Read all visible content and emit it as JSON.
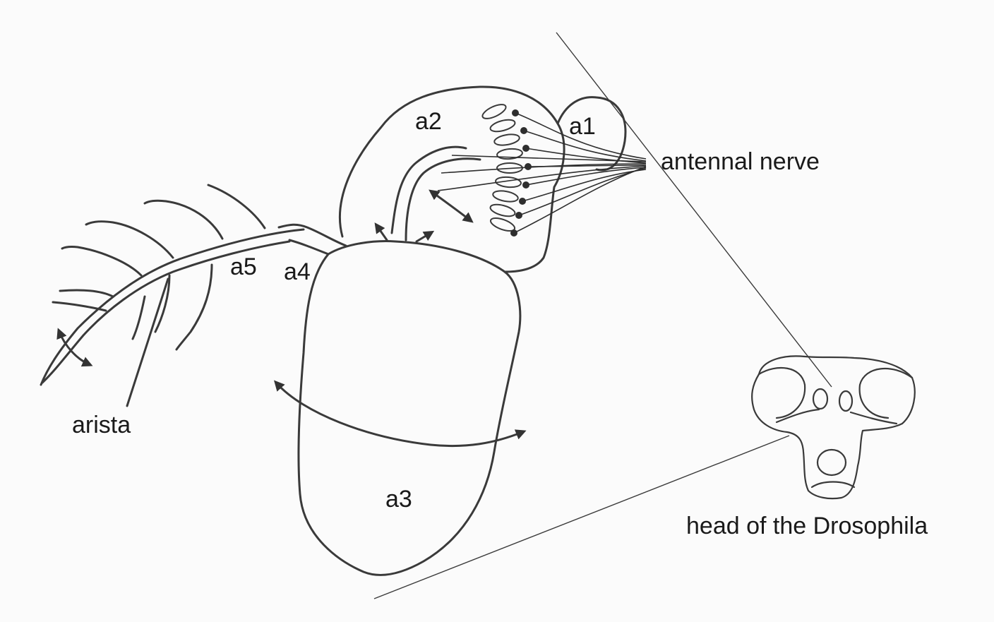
{
  "labels": {
    "a1": "a1",
    "a2": "a2",
    "a3": "a3",
    "a4": "a4",
    "a5": "a5",
    "antennal_nerve": "antennal nerve",
    "arista": "arista",
    "head": "head of the Drosophila"
  },
  "colors": {
    "ink": "#3a3a3a",
    "paper": "#fbfbfb"
  }
}
